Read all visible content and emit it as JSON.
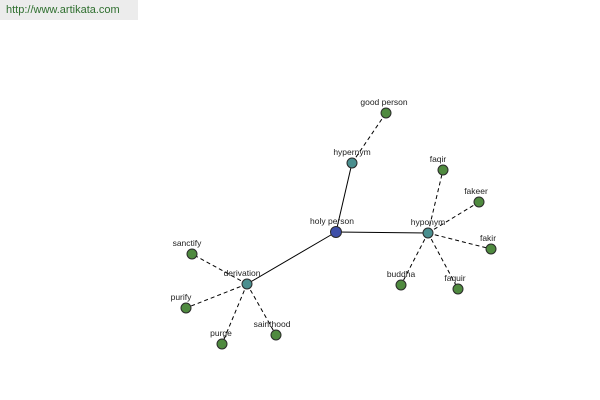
{
  "header": {
    "url": "http://www.artikata.com"
  },
  "colors": {
    "center_node": "#3e4fa8",
    "hub_node": "#4a8f8f",
    "leaf_node": "#4f8a3f",
    "url_text": "#2f6f2f"
  },
  "graph": {
    "nodes": [
      {
        "id": "holy-person",
        "label": "holy person",
        "kind": "center"
      },
      {
        "id": "hypernym",
        "label": "hypernym",
        "kind": "hub"
      },
      {
        "id": "hyponym",
        "label": "hyponym",
        "kind": "hub"
      },
      {
        "id": "derivation",
        "label": "derivation",
        "kind": "hub"
      },
      {
        "id": "good-person",
        "label": "good person",
        "kind": "leaf"
      },
      {
        "id": "faqir",
        "label": "faqir",
        "kind": "leaf"
      },
      {
        "id": "fakeer",
        "label": "fakeer",
        "kind": "leaf"
      },
      {
        "id": "fakir",
        "label": "fakir",
        "kind": "leaf"
      },
      {
        "id": "faquir",
        "label": "faquir",
        "kind": "leaf"
      },
      {
        "id": "buddha",
        "label": "buddha",
        "kind": "leaf"
      },
      {
        "id": "sanctify",
        "label": "sanctify",
        "kind": "leaf"
      },
      {
        "id": "purify",
        "label": "purify",
        "kind": "leaf"
      },
      {
        "id": "purge",
        "label": "purge",
        "kind": "leaf"
      },
      {
        "id": "sainthood",
        "label": "sainthood",
        "kind": "leaf"
      }
    ],
    "edges": [
      {
        "from": "holy-person",
        "to": "hypernym",
        "style": "solid"
      },
      {
        "from": "holy-person",
        "to": "hyponym",
        "style": "solid"
      },
      {
        "from": "holy-person",
        "to": "derivation",
        "style": "solid"
      },
      {
        "from": "hypernym",
        "to": "good-person",
        "style": "dashed"
      },
      {
        "from": "hyponym",
        "to": "faqir",
        "style": "dashed"
      },
      {
        "from": "hyponym",
        "to": "fakeer",
        "style": "dashed"
      },
      {
        "from": "hyponym",
        "to": "fakir",
        "style": "dashed"
      },
      {
        "from": "hyponym",
        "to": "faquir",
        "style": "dashed"
      },
      {
        "from": "hyponym",
        "to": "buddha",
        "style": "dashed"
      },
      {
        "from": "derivation",
        "to": "sanctify",
        "style": "dashed"
      },
      {
        "from": "derivation",
        "to": "purify",
        "style": "dashed"
      },
      {
        "from": "derivation",
        "to": "purge",
        "style": "dashed"
      },
      {
        "from": "derivation",
        "to": "sainthood",
        "style": "dashed"
      }
    ]
  }
}
